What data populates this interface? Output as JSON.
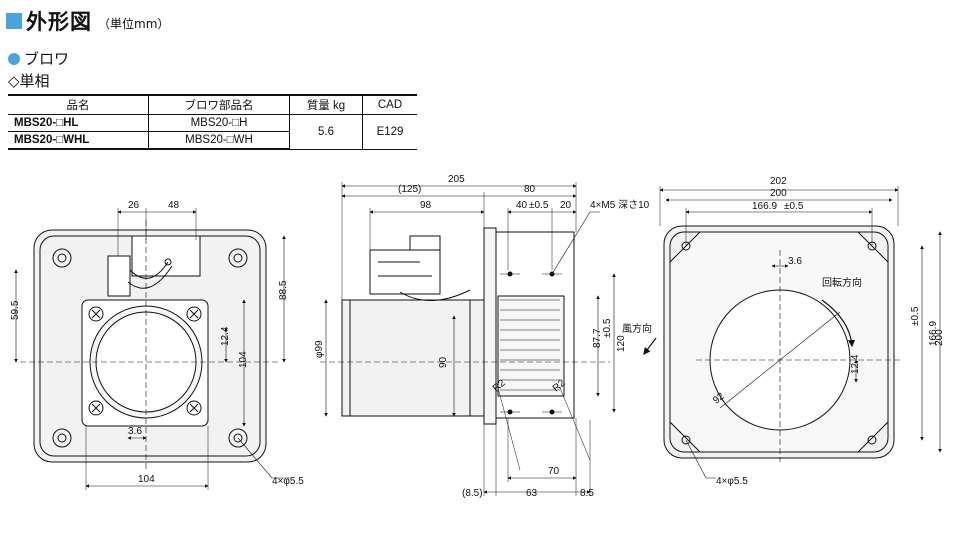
{
  "header": {
    "title": "外形図",
    "unit": "（単位mm）"
  },
  "section": {
    "name": "ブロワ",
    "phase": "◇単相"
  },
  "table": {
    "headers": [
      "品名",
      "ブロワ部品名",
      "質量 kg",
      "CAD"
    ],
    "rows": [
      {
        "product": "MBS20-□HL",
        "blower": "MBS20-□H"
      },
      {
        "product": "MBS20-□WHL",
        "blower": "MBS20-□WH"
      }
    ],
    "mass": "5.6",
    "cad": "E129"
  },
  "front_view": {
    "dims": [
      "26",
      "48",
      "59.5",
      "88.5",
      "12.4",
      "104",
      "3.6",
      "104",
      "4×φ5.5"
    ]
  },
  "side_view": {
    "dims": [
      "205",
      "(125)",
      "80",
      "98",
      "40",
      "±0.5",
      "20",
      "4×M5 深さ10",
      "φ99",
      "90",
      "87.7",
      "120",
      "±0.5",
      "R2",
      "R2",
      "70",
      "(8.5)",
      "63",
      "8.5"
    ]
  },
  "rear_view": {
    "dims": [
      "202",
      "200",
      "166.9",
      "±0.5",
      "3.6",
      "回転方向",
      "風方向",
      "92",
      "12.4",
      "166.9",
      "±0.5",
      "200",
      "4×φ5.5"
    ]
  }
}
